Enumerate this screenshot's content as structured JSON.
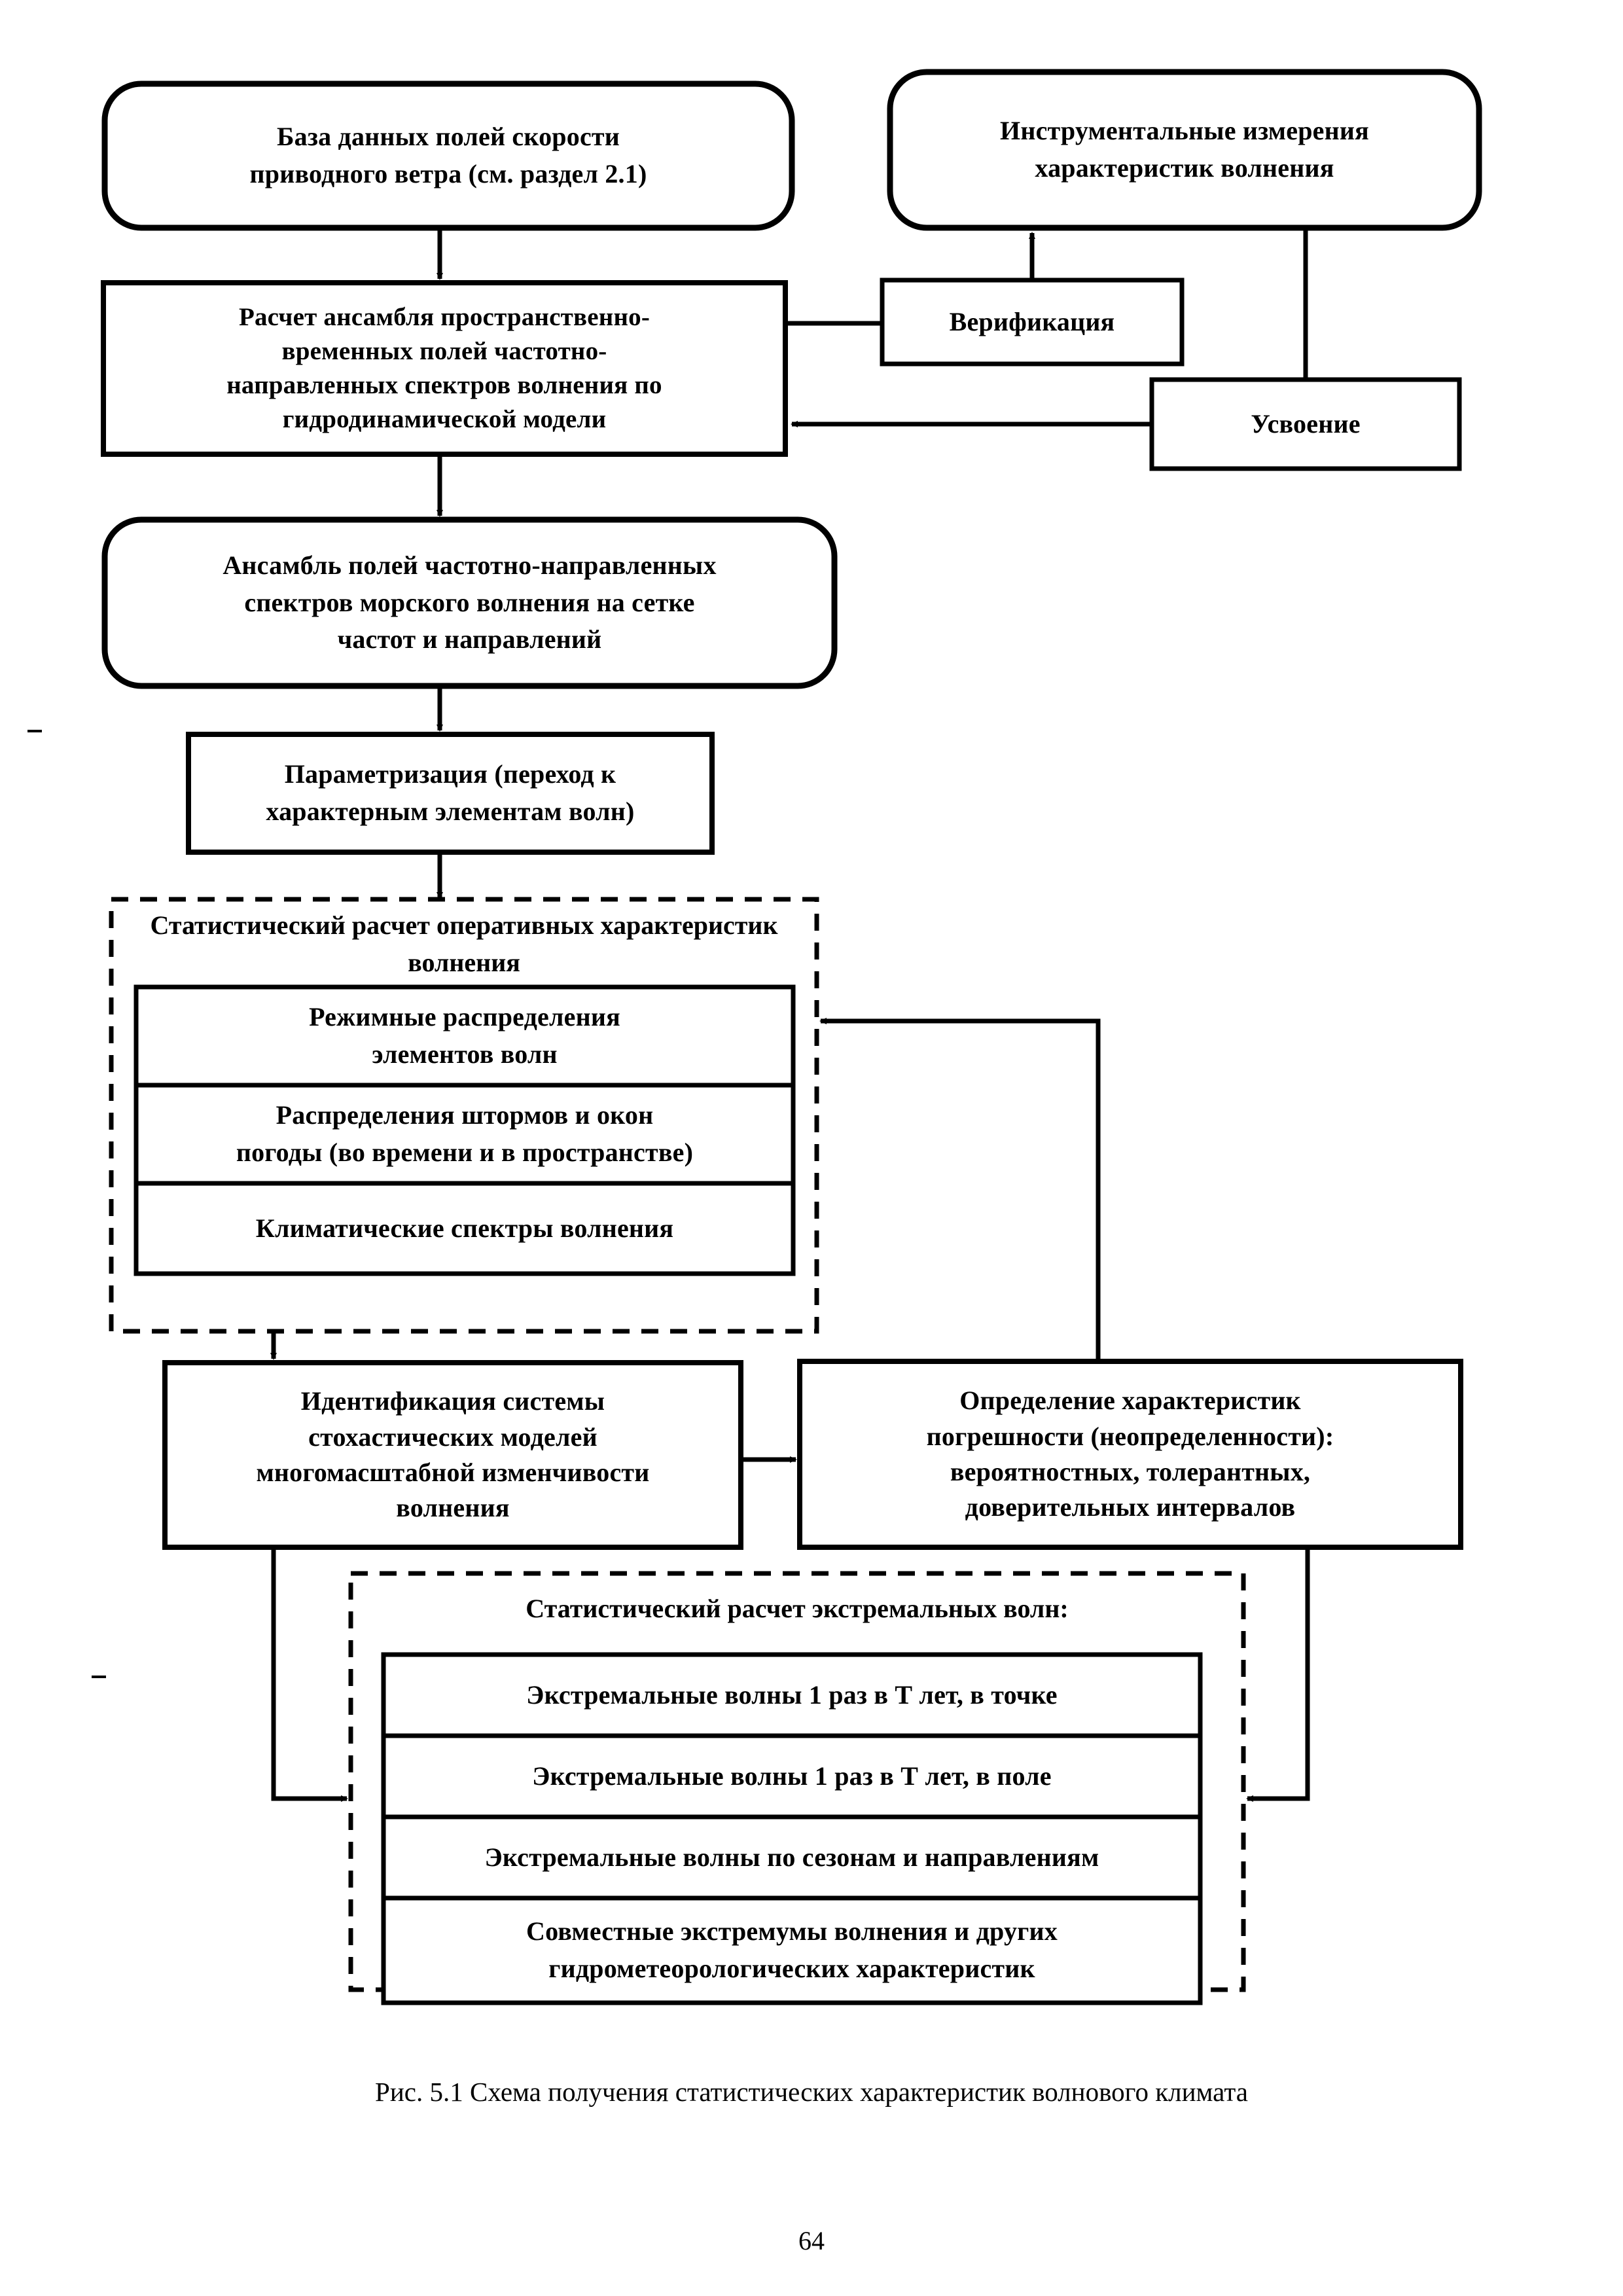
{
  "page": {
    "folio": "64",
    "caption": "Рис. 5.1  Схема получения статистических характеристик волнового климата",
    "ink_color": "#000000",
    "paper_color": "#ffffff"
  },
  "diagram": {
    "title": "Схема получения статистических характеристик волнового климата",
    "nodes": {
      "wind_db": {
        "lines": [
          "База данных полей скорости",
          "приводного ветра (см. раздел 2.1)"
        ],
        "shape": "rounded-rect"
      },
      "instrumental": {
        "lines": [
          "Инструментальные измерения",
          "характеристик волнения"
        ],
        "shape": "rounded-rect"
      },
      "ensemble_calc": {
        "lines": [
          "Расчет ансамбля пространственно-",
          "временных полей частотно-",
          "направленных спектров волнения по",
          "гидродинамической модели"
        ],
        "shape": "rect"
      },
      "verification": {
        "lines": [
          "Верификация"
        ],
        "shape": "rect"
      },
      "assimilation": {
        "lines": [
          "Усвоение"
        ],
        "shape": "rect"
      },
      "ensemble_fields": {
        "lines": [
          "Ансамбль полей частотно-направленных",
          "спектров морского волнения на сетке",
          "частот и направлений"
        ],
        "shape": "rounded-rect"
      },
      "parametrization": {
        "lines": [
          "Параметризация (переход к",
          "характерным элементам волн)"
        ],
        "shape": "rect"
      },
      "identification": {
        "lines": [
          "Идентификация системы",
          "стохастических моделей",
          "многомасштабной изменчивости",
          "волнения"
        ],
        "shape": "rect"
      },
      "uncertainty": {
        "lines": [
          "Определение характеристик",
          "погрешности (неопределенности):",
          "вероятностных, толерантных,",
          "доверительных интервалов"
        ],
        "shape": "rect"
      }
    },
    "groups": {
      "operational_stats": {
        "title_lines": [
          "Статистический расчет оперативных",
          "характеристик волнения"
        ],
        "border": "dashed",
        "items": [
          {
            "lines": [
              "Режимные распределения",
              "элементов волн"
            ]
          },
          {
            "lines": [
              "Распределения штормов и окон",
              "погоды (во времени и в пространстве)"
            ]
          },
          {
            "lines": [
              "Климатические спектры волнения"
            ]
          }
        ]
      },
      "extreme_stats": {
        "title_lines": [
          "Статистический расчет экстремальных волн:"
        ],
        "border": "dashed",
        "items": [
          {
            "lines": [
              "Экстремальные волны 1 раз в Т лет, в точке"
            ]
          },
          {
            "lines": [
              "Экстремальные волны 1 раз в Т лет, в поле"
            ]
          },
          {
            "lines": [
              "Экстремальные волны по сезонам и направлениям"
            ]
          },
          {
            "lines": [
              "Совместные экстремумы волнения и других",
              "гидрометеорологических характеристик"
            ]
          }
        ]
      }
    },
    "edges": [
      {
        "from": "wind_db",
        "to": "ensemble_calc",
        "kind": "arrow-down"
      },
      {
        "from": "verification",
        "to": "instrumental",
        "kind": "arrow-up"
      },
      {
        "from": "instrumental",
        "to": "assimilation",
        "kind": "line-down"
      },
      {
        "from": "ensemble_calc",
        "to": "verification",
        "kind": "line-right"
      },
      {
        "from": "assimilation",
        "to": "ensemble_calc",
        "kind": "arrow-left"
      },
      {
        "from": "ensemble_calc",
        "to": "ensemble_fields",
        "kind": "arrow-down"
      },
      {
        "from": "ensemble_fields",
        "to": "parametrization",
        "kind": "arrow-down"
      },
      {
        "from": "parametrization",
        "to": "operational_stats",
        "kind": "arrow-down"
      },
      {
        "from": "operational_stats",
        "to": "identification",
        "kind": "arrow-down"
      },
      {
        "from": "identification",
        "to": "uncertainty",
        "kind": "arrow-right"
      },
      {
        "from": "uncertainty",
        "to": "operational_stats",
        "kind": "feedback-arrow-left"
      },
      {
        "from": "identification",
        "to": "extreme_stats",
        "kind": "arrow-right-into-group"
      },
      {
        "from": "uncertainty",
        "to": "extreme_stats",
        "kind": "arrow-left-into-group"
      }
    ]
  }
}
